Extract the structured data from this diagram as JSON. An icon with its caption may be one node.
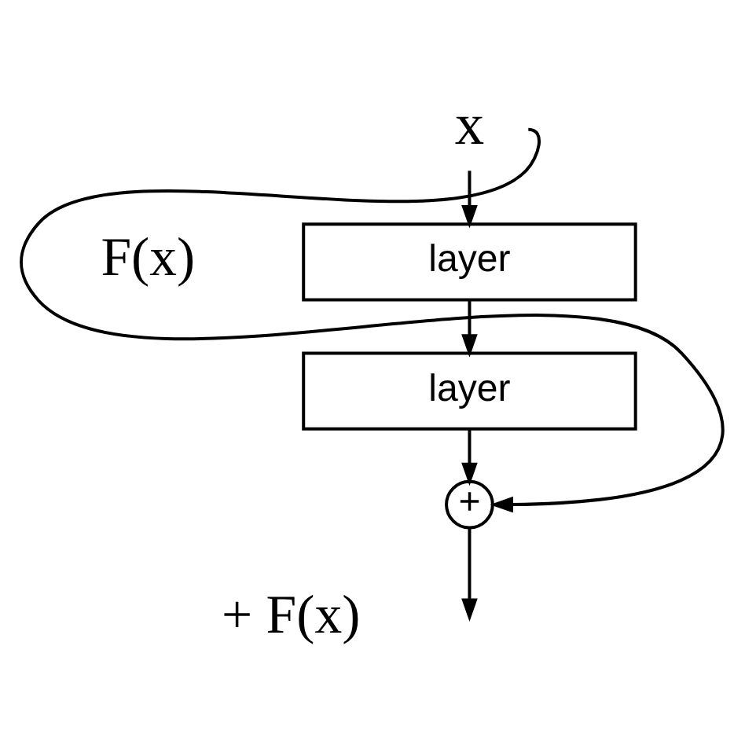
{
  "diagram": {
    "nodes": [
      {
        "text": [
          "x"
        ]
      },
      {
        "text": [
          "layer"
        ]
      },
      {
        "text": [
          "layer"
        ]
      },
      {
        "text": [
          "+"
        ]
      }
    ],
    "edges": [
      {
        "from": 0,
        "to": 1,
        "arrow": "to"
      },
      {
        "from": 1,
        "to": 2,
        "arrow": "to"
      },
      {
        "from": 2,
        "to": 3,
        "arrow": "to"
      },
      {
        "from": 0,
        "to": 3,
        "arrow": "to"
      },
      {
        "from": 3,
        "to": null,
        "arrow": "to"
      }
    ],
    "labels": [
      "F(x)",
      "+ F(x)"
    ]
  }
}
